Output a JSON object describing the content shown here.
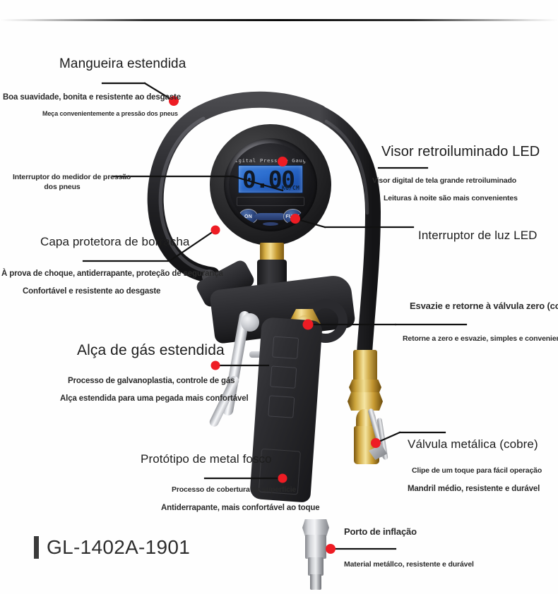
{
  "product": {
    "model": "GL-1402A-1901",
    "gauge": {
      "dial_title": "Digital Pressure Gauge",
      "lcd_value": "0.00",
      "lcd_unit": "KG/CM",
      "button_left": "ON",
      "button_right": "FUNC"
    }
  },
  "annotations": [
    {
      "id": "hose",
      "heading": "Mangueira estendida",
      "sub1": "Boa suavidade, bonita e resistente ao desgaste",
      "sub2": "Meça convenientemente a pressão dos pneus"
    },
    {
      "id": "pressure-switch",
      "heading_line1": "Interruptor do medidor de pressão",
      "heading_line2": "dos pneus"
    },
    {
      "id": "rubber-cover",
      "heading": "Capa protetora de borracha",
      "sub1": "À prova de choque, antiderrapante, proteção de segurança",
      "sub2": "Confortável e resistente ao desgaste"
    },
    {
      "id": "led-display",
      "heading": "Visor retroiluminado LED",
      "sub1": "Visor digital de tela grande retroiluminado",
      "sub2": "Leituras à noite são mais convenientes"
    },
    {
      "id": "led-switch",
      "heading": "Interruptor de luz LED"
    },
    {
      "id": "deflate-valve",
      "heading": "Esvazie e retorne à válvula zero (cobre)",
      "sub1": "Retorne a zero e esvazie, simples e conveniente"
    },
    {
      "id": "gas-handle",
      "heading": "Alça de gás estendida",
      "sub1": "Processo de galvanoplastia, controle de gás",
      "sub2": "Alça estendida para uma pegada mais confortável"
    },
    {
      "id": "metal-valve",
      "heading": "Válvula metálica (cobre)",
      "sub1": "Clipe de um toque para fácil operação",
      "sub2": "Mandril médio, resistente e durável"
    },
    {
      "id": "matte-metal",
      "heading": "Protótipo de metal fosco",
      "sub1": "Processo de cobertura de superfície",
      "sub2": "Antiderrapante, mais confortável ao toque"
    },
    {
      "id": "inflation-port",
      "heading": "Porto de inflação",
      "sub1": "Material metállco, resistente e durável"
    }
  ],
  "colors": {
    "marker": "#ee1c24",
    "leader": "#111111",
    "text": "#1d1d1d",
    "background": "#ffffff",
    "brass": "#d4aa46",
    "lcd": "#2f6fd0"
  }
}
